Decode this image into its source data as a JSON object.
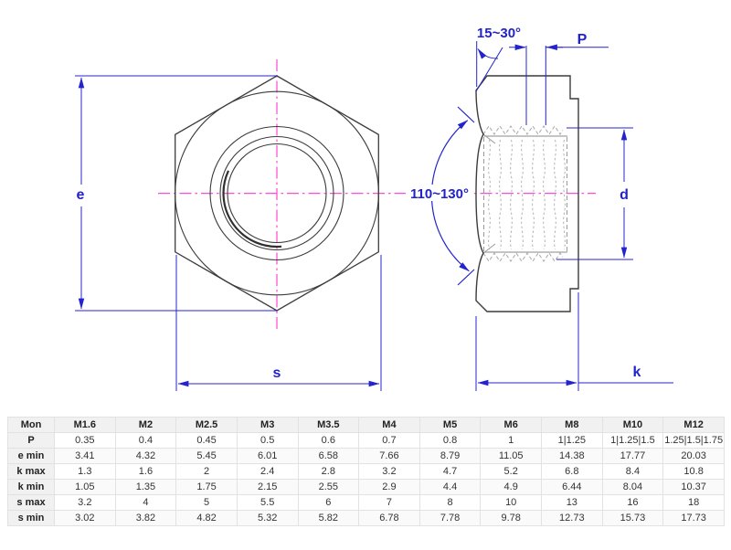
{
  "diagram": {
    "front_view": {
      "dim_e": "e",
      "dim_s": "s"
    },
    "side_view": {
      "chamfer_angle": "15~30°",
      "pitch_label": "P",
      "countersink_angle": "110~130°",
      "diameter_label": "d",
      "thickness_label": "k"
    },
    "colors": {
      "dimension_blue": "#2424cc",
      "centerline_pink": "#ff35d1",
      "outline_dark": "#3c3c3c",
      "thread_gray": "#a8a8a8"
    }
  },
  "table": {
    "columns": [
      "Mon",
      "M1.6",
      "M2",
      "M2.5",
      "M3",
      "M3.5",
      "M4",
      "M5",
      "M6",
      "M8",
      "M10",
      "M12"
    ],
    "rows": [
      {
        "label": "P",
        "values": [
          "0.35",
          "0.4",
          "0.45",
          "0.5",
          "0.6",
          "0.7",
          "0.8",
          "1",
          "1|1.25",
          "1|1.25|1.5",
          "1.25|1.5|1.75"
        ]
      },
      {
        "label": "e min",
        "values": [
          "3.41",
          "4.32",
          "5.45",
          "6.01",
          "6.58",
          "7.66",
          "8.79",
          "11.05",
          "14.38",
          "17.77",
          "20.03"
        ]
      },
      {
        "label": "k max",
        "values": [
          "1.3",
          "1.6",
          "2",
          "2.4",
          "2.8",
          "3.2",
          "4.7",
          "5.2",
          "6.8",
          "8.4",
          "10.8"
        ]
      },
      {
        "label": "k min",
        "values": [
          "1.05",
          "1.35",
          "1.75",
          "2.15",
          "2.55",
          "2.9",
          "4.4",
          "4.9",
          "6.44",
          "8.04",
          "10.37"
        ]
      },
      {
        "label": "s max",
        "values": [
          "3.2",
          "4",
          "5",
          "5.5",
          "6",
          "7",
          "8",
          "10",
          "13",
          "16",
          "18"
        ]
      },
      {
        "label": "s min",
        "values": [
          "3.02",
          "3.82",
          "4.82",
          "5.32",
          "5.82",
          "6.78",
          "7.78",
          "9.78",
          "12.73",
          "15.73",
          "17.73"
        ]
      }
    ]
  }
}
